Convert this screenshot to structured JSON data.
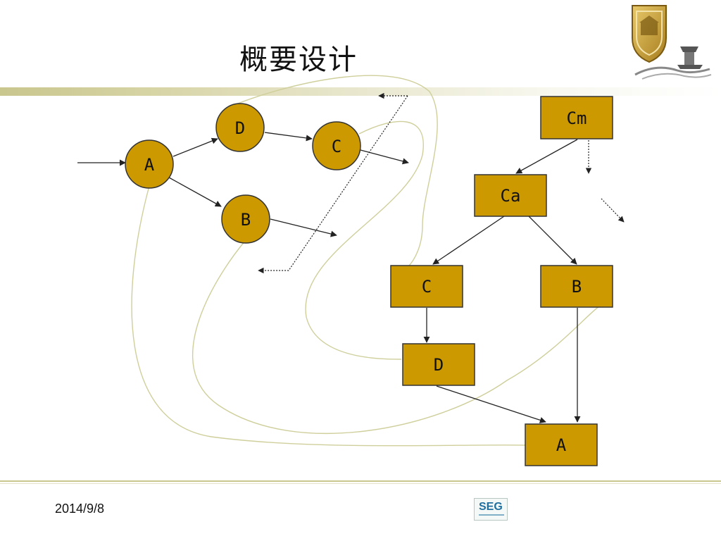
{
  "slide": {
    "title": "概要设计",
    "date": "2014/9/8",
    "logo_text": "SEG"
  },
  "colors": {
    "node_fill": "#cc9900",
    "node_stroke": "#333333",
    "curve": "#cfcf9c",
    "bar": "#c9c68e"
  },
  "diagram": {
    "left_graph_nodes": [
      {
        "id": "A",
        "label": "A"
      },
      {
        "id": "D",
        "label": "D"
      },
      {
        "id": "C",
        "label": "C"
      },
      {
        "id": "B",
        "label": "B"
      }
    ],
    "right_tree_nodes": [
      {
        "id": "Cm",
        "label": "Cm"
      },
      {
        "id": "Ca",
        "label": "Ca"
      },
      {
        "id": "C",
        "label": "C"
      },
      {
        "id": "B",
        "label": "B"
      },
      {
        "id": "D",
        "label": "D"
      },
      {
        "id": "A",
        "label": "A"
      }
    ]
  }
}
